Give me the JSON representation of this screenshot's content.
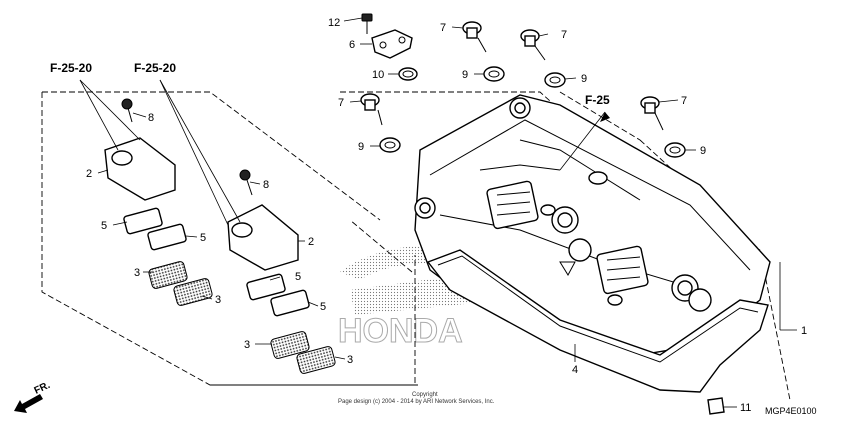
{
  "diagram": {
    "code": "MGP4E0100",
    "copyright_line1": "Copyright",
    "copyright_line2": "Page design (c) 2004 - 2014 by ARI Network Services, Inc.",
    "watermark": "HONDA",
    "front_label": "FR.",
    "refs": [
      {
        "id": "ref-1",
        "text": "F-25-20"
      },
      {
        "id": "ref-2",
        "text": "F-25-20"
      },
      {
        "id": "ref-3",
        "text": "F-25"
      }
    ],
    "callouts": [
      {
        "id": "c12",
        "text": "12"
      },
      {
        "id": "c6",
        "text": "6"
      },
      {
        "id": "c10",
        "text": "10"
      },
      {
        "id": "c7a",
        "text": "7"
      },
      {
        "id": "c7b",
        "text": "7"
      },
      {
        "id": "c7c",
        "text": "7"
      },
      {
        "id": "c7d",
        "text": "7"
      },
      {
        "id": "c9a",
        "text": "9"
      },
      {
        "id": "c9b",
        "text": "9"
      },
      {
        "id": "c9c",
        "text": "9"
      },
      {
        "id": "c9d",
        "text": "9"
      },
      {
        "id": "c8a",
        "text": "8"
      },
      {
        "id": "c8b",
        "text": "8"
      },
      {
        "id": "c2a",
        "text": "2"
      },
      {
        "id": "c2b",
        "text": "2"
      },
      {
        "id": "c5a",
        "text": "5"
      },
      {
        "id": "c5b",
        "text": "5"
      },
      {
        "id": "c5c",
        "text": "5"
      },
      {
        "id": "c5d",
        "text": "5"
      },
      {
        "id": "c3a",
        "text": "3"
      },
      {
        "id": "c3b",
        "text": "3"
      },
      {
        "id": "c3c",
        "text": "3"
      },
      {
        "id": "c3d",
        "text": "3"
      },
      {
        "id": "c4",
        "text": "4"
      },
      {
        "id": "c1",
        "text": "1"
      },
      {
        "id": "c11",
        "text": "11"
      }
    ]
  }
}
